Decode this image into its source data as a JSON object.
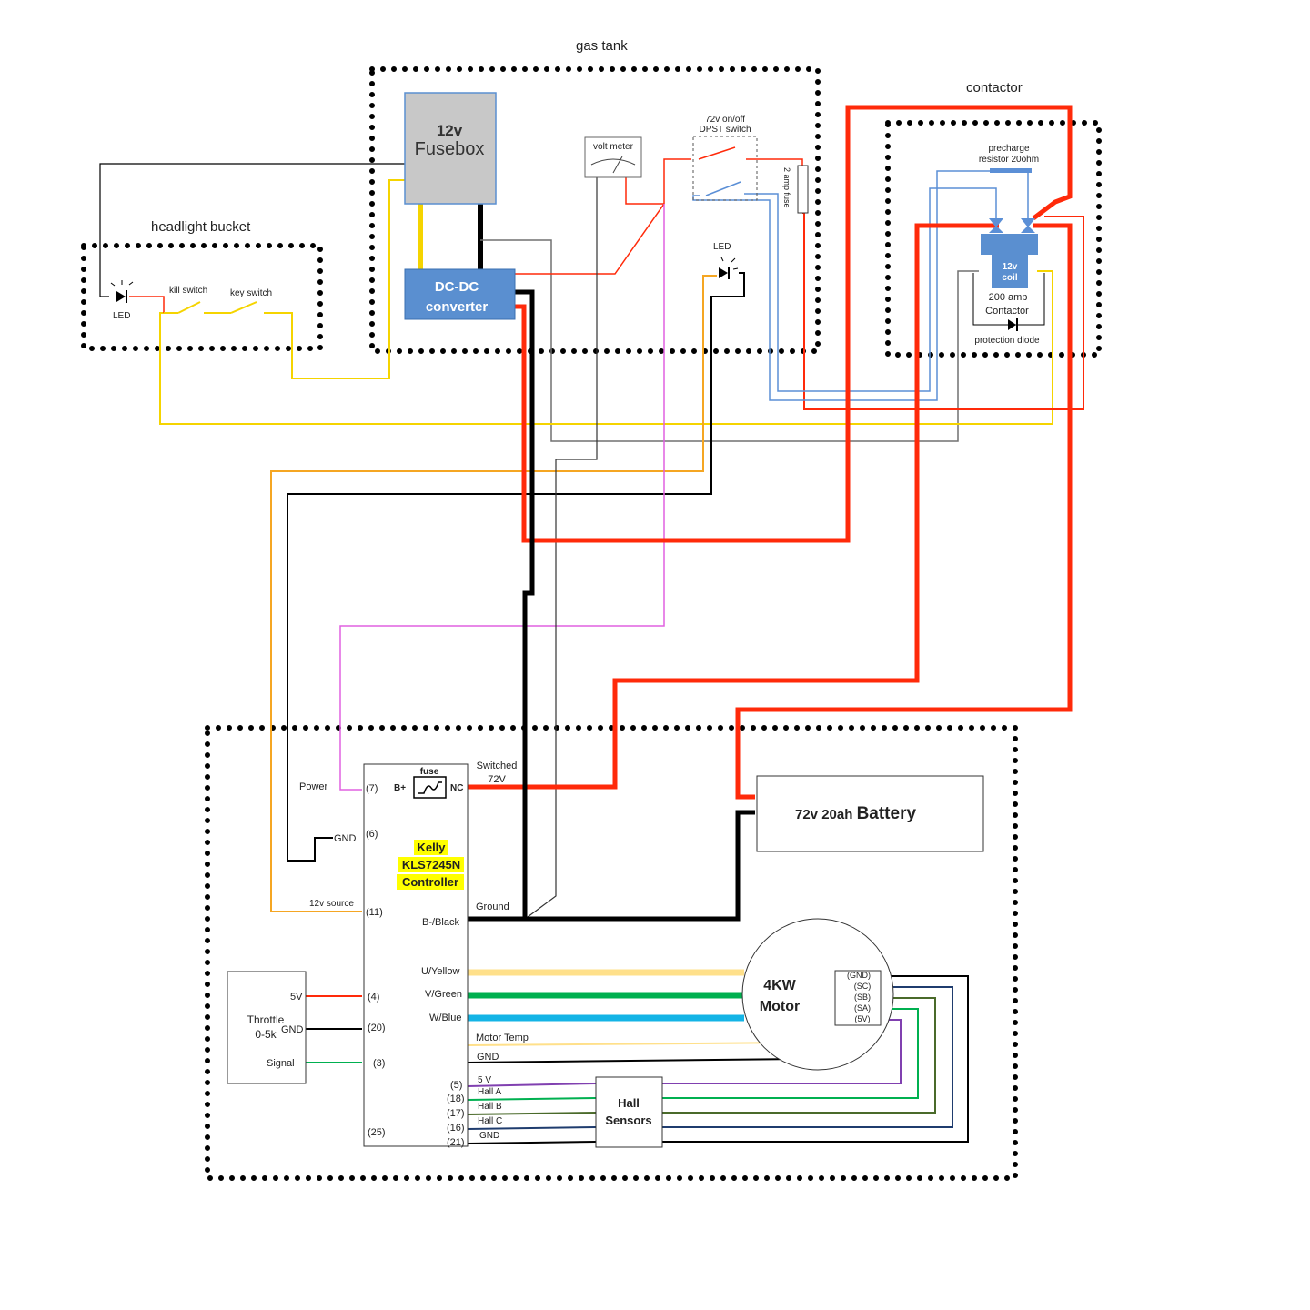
{
  "zones": {
    "gas_tank": "gas tank",
    "contactor": "contactor",
    "headlight_bucket": "headlight bucket"
  },
  "fusebox": {
    "line1": "12v",
    "line2": "Fusebox"
  },
  "dcdc": {
    "line1": "DC-DC",
    "line2": "converter"
  },
  "volt_meter": "volt meter",
  "dpst": {
    "line1": "72v on/off",
    "line2": "DPST switch"
  },
  "fuse_2a": "2 amp fuse",
  "led_label": "LED",
  "kill_switch": "kill switch",
  "key_switch": "key switch",
  "contactor_parts": {
    "precharge1": "precharge",
    "precharge2": "resistor 20ohm",
    "coil1": "12v",
    "coil2": "coil",
    "amp": "200 amp",
    "contactor": "Contactor",
    "diode": "protection diode"
  },
  "controller": {
    "name1": "Kelly",
    "name2": "KLS7245N",
    "name3": "Controller",
    "fuse": "fuse",
    "bplus": "B+",
    "nc": "NC",
    "switched": "Switched",
    "v72": "72V",
    "ground": "Ground",
    "bminus": "B-/Black",
    "power": "Power",
    "gnd": "GND",
    "src12": "12v source",
    "pin7": "(7)",
    "pin6": "(6)",
    "pin11": "(11)",
    "pin4": "(4)",
    "pin20": "(20)",
    "pin3": "(3)",
    "pin25": "(25)",
    "u": "U/Yellow",
    "v": "V/Green",
    "w": "W/Blue",
    "mtemp": "Motor Temp",
    "mgnd": "GND",
    "p5": "(5)",
    "p18": "(18)",
    "p17": "(17)",
    "p16": "(16)",
    "p21": "(21)",
    "h5v": "5 V",
    "ha": "Hall A",
    "hb": "Hall B",
    "hc": "Hall C",
    "hgnd": "GND"
  },
  "throttle": {
    "t1": "Throttle",
    "t2": "0-5k",
    "v5": "5V",
    "gnd": "GND",
    "sig": "Signal"
  },
  "battery": {
    "prefix": "72v 20ah ",
    "word": "Battery"
  },
  "motor": {
    "l1": "4KW",
    "l2": "Motor",
    "gnd": "(GND)",
    "sc": "(SC)",
    "sb": "(SB)",
    "sa": "(SA)",
    "v5": "(5V)"
  },
  "hall": {
    "l1": "Hall",
    "l2": "Sensors"
  },
  "colors": {
    "red": "#ff2a0a",
    "black": "#000000",
    "yellow": "#f5d400",
    "lightyellow": "#ffe08a",
    "orange": "#f5a623",
    "pink": "#e060e0",
    "blue": "#5b8fd6",
    "grey": "#707070",
    "green": "#00b050",
    "cyan": "#14b4e6",
    "purple": "#8040b0",
    "darkgreen": "#4a6a2a",
    "navy": "#1f3c6e",
    "component": "#5a8fd0",
    "fusebox": "#c8c8c8",
    "highlight": "#ffff00"
  }
}
